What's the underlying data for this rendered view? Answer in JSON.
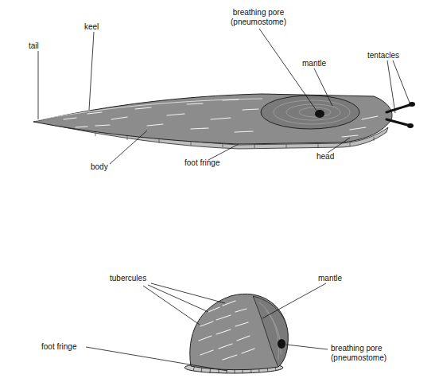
{
  "diagram": {
    "labels": [
      "tail",
      "keel",
      "breathing pore (pneumostome)",
      "mantle",
      "tentacles",
      "body",
      "foot fringe",
      "head",
      "tubercules",
      "mantle",
      "foot fringe",
      "breathing pore (pneumostome)"
    ]
  }
}
